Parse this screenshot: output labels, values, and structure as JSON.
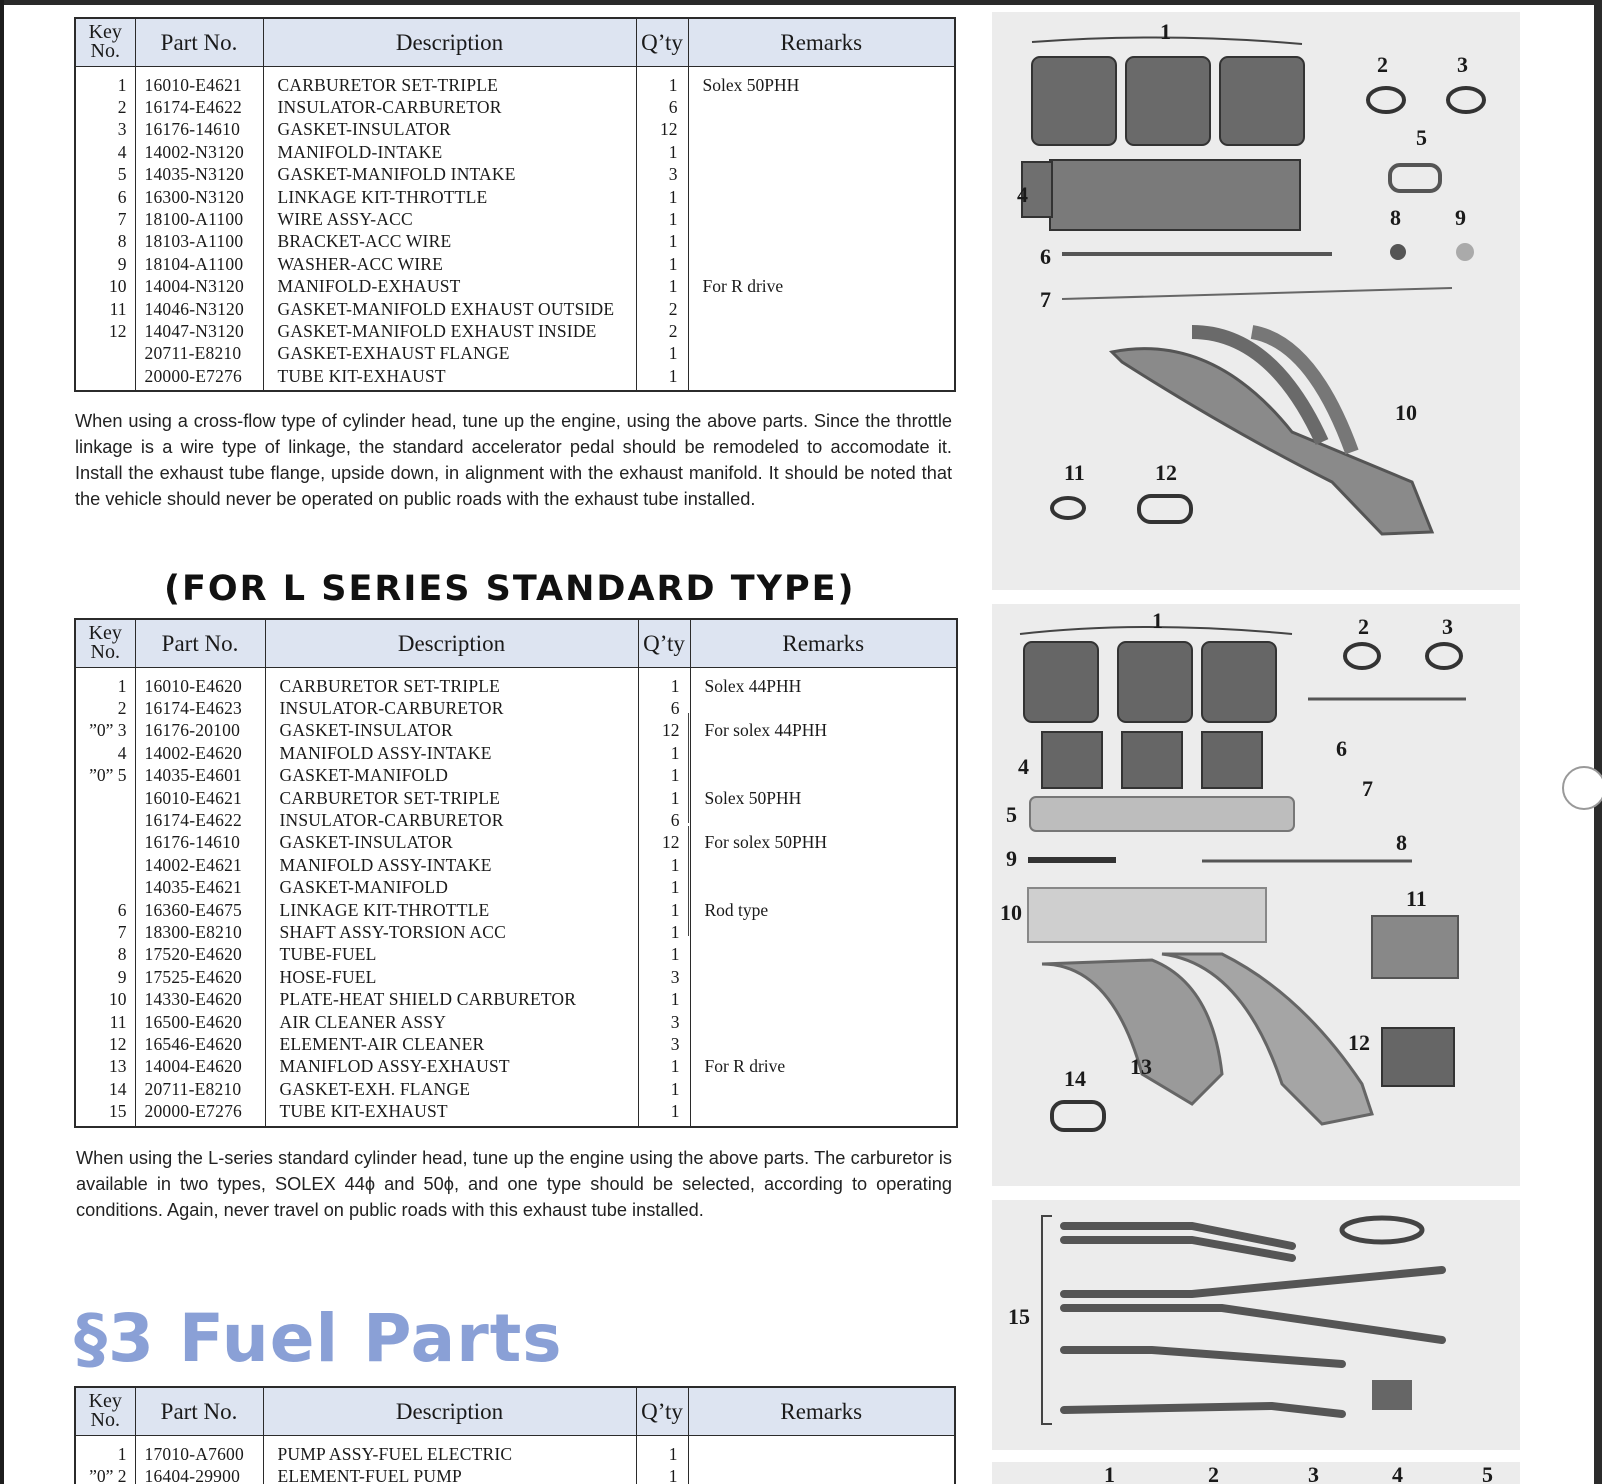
{
  "headers": {
    "key": "Key No.",
    "key_line1": "Key",
    "key_line2": "No.",
    "part": "Part No.",
    "desc": "Description",
    "qty": "Q’ty",
    "remarks": "Remarks"
  },
  "table1": {
    "rows": [
      {
        "key": "1",
        "part": "16010-E4621",
        "desc": "CARBURETOR SET-TRIPLE",
        "qty": "1",
        "rem": "Solex 50PHH"
      },
      {
        "key": "2",
        "part": "16174-E4622",
        "desc": "INSULATOR-CARBURETOR",
        "qty": "6",
        "rem": ""
      },
      {
        "key": "3",
        "part": "16176-14610",
        "desc": "GASKET-INSULATOR",
        "qty": "12",
        "rem": ""
      },
      {
        "key": "4",
        "part": "14002-N3120",
        "desc": "MANIFOLD-INTAKE",
        "qty": "1",
        "rem": ""
      },
      {
        "key": "5",
        "part": "14035-N3120",
        "desc": "GASKET-MANIFOLD INTAKE",
        "qty": "3",
        "rem": ""
      },
      {
        "key": "6",
        "part": "16300-N3120",
        "desc": "LINKAGE KIT-THROTTLE",
        "qty": "1",
        "rem": ""
      },
      {
        "key": "7",
        "part": "18100-A1100",
        "desc": "WIRE ASSY-ACC",
        "qty": "1",
        "rem": ""
      },
      {
        "key": "8",
        "part": "18103-A1100",
        "desc": "BRACKET-ACC WIRE",
        "qty": "1",
        "rem": ""
      },
      {
        "key": "9",
        "part": "18104-A1100",
        "desc": "WASHER-ACC WIRE",
        "qty": "1",
        "rem": ""
      },
      {
        "key": "10",
        "part": "14004-N3120",
        "desc": "MANIFOLD-EXHAUST",
        "qty": "1",
        "rem": "For R drive"
      },
      {
        "key": "11",
        "part": "14046-N3120",
        "desc": "GASKET-MANIFOLD EXHAUST OUTSIDE",
        "qty": "2",
        "rem": ""
      },
      {
        "key": "12",
        "part": "14047-N3120",
        "desc": "GASKET-MANIFOLD EXHAUST INSIDE",
        "qty": "2",
        "rem": ""
      },
      {
        "key": "",
        "part": "20711-E8210",
        "desc": "GASKET-EXHAUST FLANGE",
        "qty": "1",
        "rem": ""
      },
      {
        "key": "",
        "part": "20000-E7276",
        "desc": "TUBE KIT-EXHAUST",
        "qty": "1",
        "rem": ""
      }
    ]
  },
  "para1": "When using a cross-flow type of cylinder head, tune up the engine, using the above parts. Since the throttle linkage is a wire type of linkage, the standard accelerator pedal should be remodeled to accomodate it. Install the exhaust tube flange, upside down, in alignment with the exhaust manifold. It should be noted that the vehicle should never be operated on public roads with the exhaust tube installed.",
  "section_l_series": "(FOR L SERIES STANDARD TYPE)",
  "table2": {
    "rows": [
      {
        "key": "1",
        "part": "16010-E4620",
        "desc": "CARBURETOR SET-TRIPLE",
        "qty": "1",
        "rem": "Solex 44PHH"
      },
      {
        "key": "2",
        "part": "16174-E4623",
        "desc": "INSULATOR-CARBURETOR",
        "qty": "6",
        "rem": ""
      },
      {
        "key": "”0” 3",
        "part": "16176-20100",
        "desc": "GASKET-INSULATOR",
        "qty": "12",
        "rem": "For solex 44PHH"
      },
      {
        "key": "4",
        "part": "14002-E4620",
        "desc": "MANIFOLD ASSY-INTAKE",
        "qty": "1",
        "rem": ""
      },
      {
        "key": "”0” 5",
        "part": "14035-E4601",
        "desc": "GASKET-MANIFOLD",
        "qty": "1",
        "rem": ""
      },
      {
        "key": "",
        "part": "16010-E4621",
        "desc": "CARBURETOR SET-TRIPLE",
        "qty": "1",
        "rem": "Solex 50PHH"
      },
      {
        "key": "",
        "part": "16174-E4622",
        "desc": "INSULATOR-CARBURETOR",
        "qty": "6",
        "rem": ""
      },
      {
        "key": "",
        "part": "16176-14610",
        "desc": "GASKET-INSULATOR",
        "qty": "12",
        "rem": "For solex 50PHH"
      },
      {
        "key": "",
        "part": "14002-E4621",
        "desc": "MANIFOLD ASSY-INTAKE",
        "qty": "1",
        "rem": ""
      },
      {
        "key": "",
        "part": "14035-E4621",
        "desc": "GASKET-MANIFOLD",
        "qty": "1",
        "rem": ""
      },
      {
        "key": "6",
        "part": "16360-E4675",
        "desc": "LINKAGE KIT-THROTTLE",
        "qty": "1",
        "rem": "Rod type"
      },
      {
        "key": "7",
        "part": "18300-E8210",
        "desc": "SHAFT ASSY-TORSION ACC",
        "qty": "1",
        "rem": ""
      },
      {
        "key": "8",
        "part": "17520-E4620",
        "desc": "TUBE-FUEL",
        "qty": "1",
        "rem": ""
      },
      {
        "key": "9",
        "part": "17525-E4620",
        "desc": "HOSE-FUEL",
        "qty": "3",
        "rem": ""
      },
      {
        "key": "10",
        "part": "14330-E4620",
        "desc": "PLATE-HEAT SHIELD CARBURETOR",
        "qty": "1",
        "rem": ""
      },
      {
        "key": "11",
        "part": "16500-E4620",
        "desc": "AIR CLEANER ASSY",
        "qty": "3",
        "rem": ""
      },
      {
        "key": "12",
        "part": "16546-E4620",
        "desc": "ELEMENT-AIR CLEANER",
        "qty": "3",
        "rem": ""
      },
      {
        "key": "13",
        "part": "14004-E4620",
        "desc": "MANIFLOD ASSY-EXHAUST",
        "qty": "1",
        "rem": "For R drive"
      },
      {
        "key": "14",
        "part": "20711-E8210",
        "desc": "GASKET-EXH. FLANGE",
        "qty": "1",
        "rem": ""
      },
      {
        "key": "15",
        "part": "20000-E7276",
        "desc": "TUBE KIT-EXHAUST",
        "qty": "1",
        "rem": ""
      }
    ]
  },
  "para2": "When using the L-series standard cylinder head, tune up the engine using the above parts. The carburetor is available in two types, SOLEX 44ϕ and 50ϕ, and one type should be selected, according to operating conditions. Again, never travel on public roads with this exhaust tube installed.",
  "section_fuel": {
    "symbol": "§3",
    "title": "Fuel Parts"
  },
  "table3": {
    "rows": [
      {
        "key": "1",
        "part": "17010-A7600",
        "desc": "PUMP ASSY-FUEL ELECTRIC",
        "qty": "1",
        "rem": ""
      },
      {
        "key": "”0” 2",
        "part": "16404-29900",
        "desc": "ELEMENT-FUEL PUMP",
        "qty": "1",
        "rem": ""
      }
    ]
  },
  "figure1_labels": [
    "1",
    "2",
    "3",
    "4",
    "5",
    "6",
    "7",
    "8",
    "9",
    "10",
    "11",
    "12"
  ],
  "figure2_labels": [
    "1",
    "2",
    "3",
    "4",
    "5",
    "6",
    "7",
    "8",
    "9",
    "10",
    "11",
    "12",
    "13",
    "14"
  ],
  "figure3_labels": [
    "15"
  ],
  "figure4_labels": [
    "1",
    "2",
    "3",
    "4",
    "5"
  ],
  "colors": {
    "header_bg": "#dde4f1",
    "fuel_title": "#8aa0d6",
    "photo_bg": "#ececec"
  }
}
